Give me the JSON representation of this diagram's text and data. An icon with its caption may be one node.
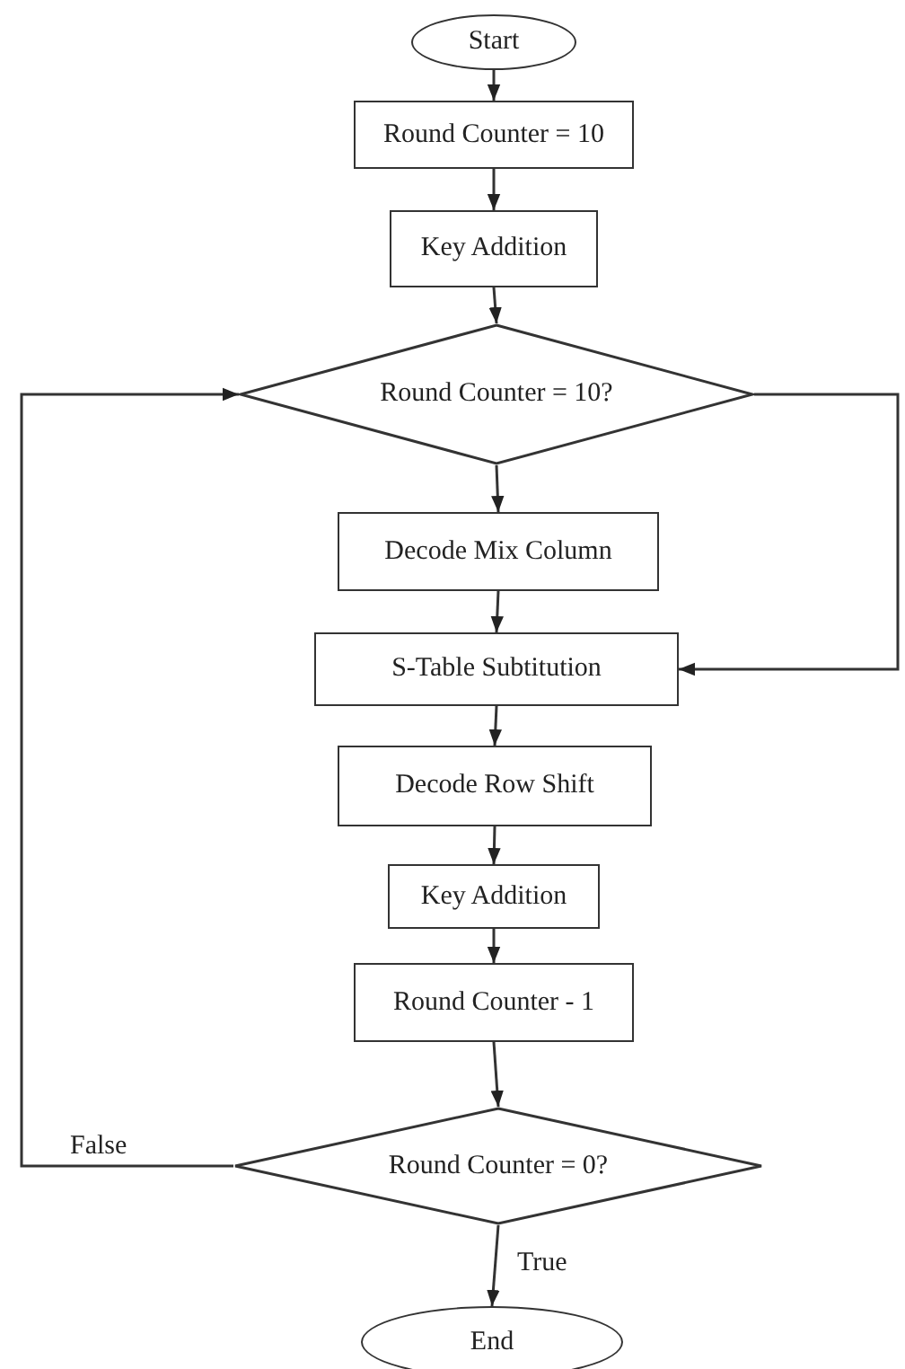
{
  "diagram": {
    "nodes": [
      {
        "text": [
          "Start"
        ]
      },
      {
        "text": [
          "Round Counter = 10"
        ]
      },
      {
        "text": [
          "Key Addition"
        ]
      },
      {
        "text": [
          "Round Counter = 10?"
        ]
      },
      {
        "text": [
          "Decode Mix Column"
        ]
      },
      {
        "text": [
          "S-Table Subtitution"
        ]
      },
      {
        "text": [
          "Decode Row Shift"
        ]
      },
      {
        "text": [
          "Key Addition"
        ]
      },
      {
        "text": [
          "Round Counter - 1"
        ]
      },
      {
        "text": [
          "Round Counter = 0?"
        ]
      },
      {
        "text": [
          "End"
        ]
      }
    ],
    "edges": [
      {
        "from": 0,
        "to": 1,
        "arrow": "to"
      },
      {
        "from": 1,
        "to": 2,
        "arrow": "to"
      },
      {
        "from": 2,
        "to": 3,
        "arrow": "to"
      },
      {
        "from": 3,
        "to": 4,
        "arrow": "to"
      },
      {
        "from": 4,
        "to": 5,
        "arrow": "to"
      },
      {
        "from": 5,
        "to": 6,
        "arrow": "to"
      },
      {
        "from": 6,
        "to": 7,
        "arrow": "to"
      },
      {
        "from": 7,
        "to": 8,
        "arrow": "to"
      },
      {
        "from": 8,
        "to": 9,
        "arrow": "to"
      },
      {
        "from": 9,
        "to": 10,
        "label": "True",
        "arrow": "to"
      },
      {
        "from": 9,
        "to": 3,
        "label": "False",
        "arrow": "to"
      },
      {
        "from": 3,
        "to": 5,
        "arrow": "to"
      }
    ]
  }
}
